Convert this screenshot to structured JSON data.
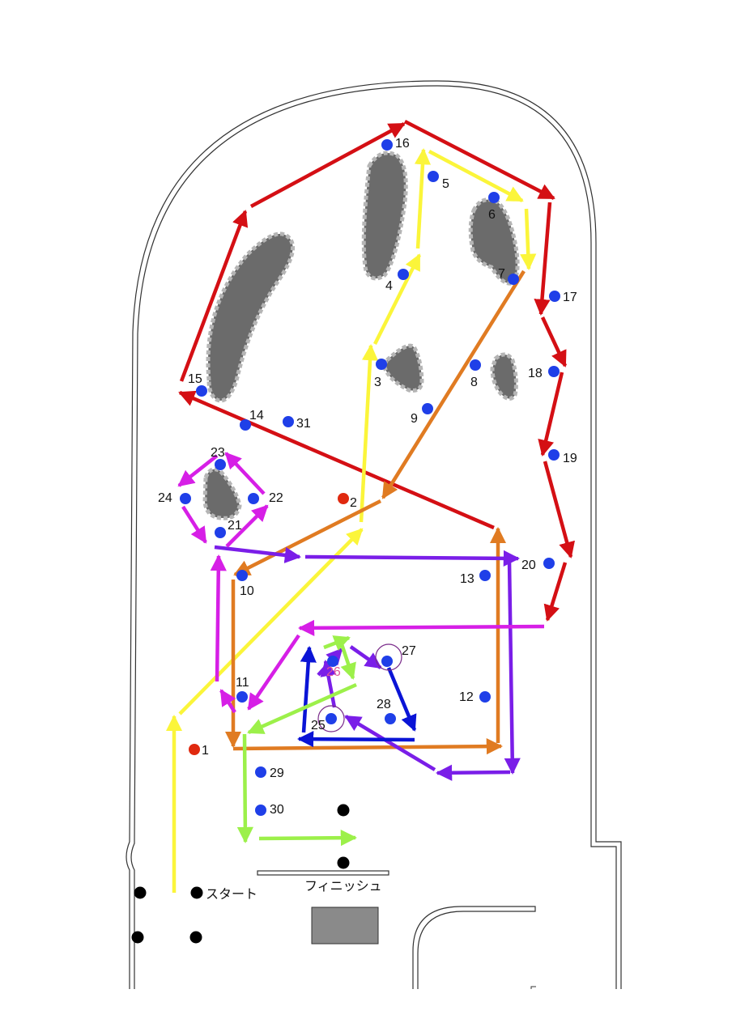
{
  "colors": {
    "red": "#d40f14",
    "yellow": "#fbf53a",
    "orange": "#e07b22",
    "violet": "#7a1ee8",
    "magenta": "#d61fe6",
    "blue": "#0a14d6",
    "green": "#9cf04a",
    "point_blue": "#1f3fe8",
    "point_red": "#e0290f",
    "point_black": "#000000",
    "obstacle": "#6b6b6b",
    "label_pink": "#e0559a"
  },
  "labels": {
    "start": "スタート",
    "finish": "フィニッシュ"
  },
  "points": [
    {
      "n": "1",
      "color": "red"
    },
    {
      "n": "2",
      "color": "red"
    },
    {
      "n": "3",
      "color": "blue"
    },
    {
      "n": "4",
      "color": "blue"
    },
    {
      "n": "5",
      "color": "blue"
    },
    {
      "n": "6",
      "color": "blue"
    },
    {
      "n": "7",
      "color": "blue"
    },
    {
      "n": "8",
      "color": "blue"
    },
    {
      "n": "9",
      "color": "blue"
    },
    {
      "n": "10",
      "color": "blue"
    },
    {
      "n": "11",
      "color": "blue"
    },
    {
      "n": "12",
      "color": "blue"
    },
    {
      "n": "13",
      "color": "blue"
    },
    {
      "n": "14",
      "color": "blue"
    },
    {
      "n": "15",
      "color": "blue"
    },
    {
      "n": "16",
      "color": "blue"
    },
    {
      "n": "17",
      "color": "blue"
    },
    {
      "n": "18",
      "color": "blue"
    },
    {
      "n": "19",
      "color": "blue"
    },
    {
      "n": "20",
      "color": "blue"
    },
    {
      "n": "21",
      "color": "blue"
    },
    {
      "n": "22",
      "color": "blue"
    },
    {
      "n": "23",
      "color": "blue"
    },
    {
      "n": "24",
      "color": "blue"
    },
    {
      "n": "25",
      "color": "blue"
    },
    {
      "n": "26",
      "color": "blue"
    },
    {
      "n": "27",
      "color": "blue"
    },
    {
      "n": "28",
      "color": "blue"
    },
    {
      "n": "29",
      "color": "blue"
    },
    {
      "n": "30",
      "color": "blue"
    },
    {
      "n": "31",
      "color": "blue"
    }
  ]
}
